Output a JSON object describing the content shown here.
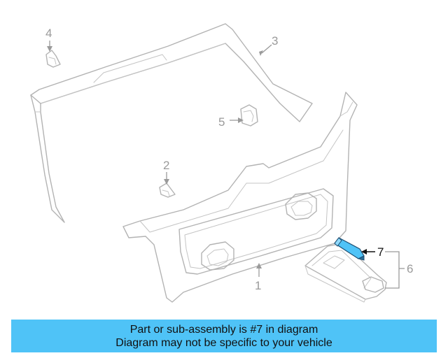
{
  "callouts": {
    "c1": "1",
    "c2": "2",
    "c3": "3",
    "c4": "4",
    "c5": "5",
    "c6": "6",
    "c7": "7"
  },
  "highlight_color": "#4fc3f7",
  "banner": {
    "line1": "Part or sub-assembly is #7 in diagram",
    "line2": "Diagram may not be specific to your vehicle"
  }
}
